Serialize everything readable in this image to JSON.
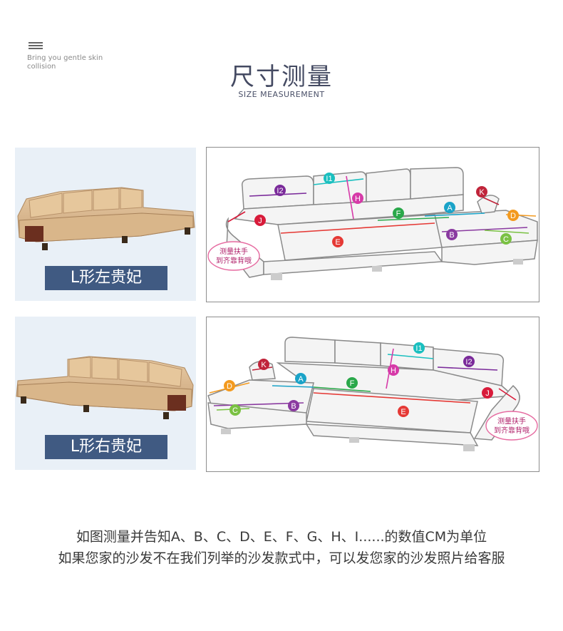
{
  "header": {
    "tagline_line1": "Bring you gentle skin",
    "tagline_line2": "collision",
    "title": "尺寸测量",
    "subtitle": "SIZE MEASUREMENT"
  },
  "left_model": {
    "label": "L形左贵妃"
  },
  "right_model": {
    "label": "L形右贵妃"
  },
  "diagram": {
    "note_line1": "测量扶手",
    "note_line2": "到齐靠背哦",
    "markers": {
      "A": "A",
      "B": "B",
      "C": "C",
      "D": "D",
      "E": "E",
      "F": "F",
      "H": "H",
      "I1": "I1",
      "I2": "I2",
      "J": "J",
      "K": "K"
    }
  },
  "instructions": {
    "line1": "如图测量并告知A、B、C、D、E、F、G、H、I......的数值CM为单位",
    "line2": "如果您家的沙发不在我们列举的沙发款式中，可以发您家的沙发照片给客服"
  },
  "colors": {
    "A": "#1aa3c8",
    "B": "#8a3aa0",
    "C": "#7ac143",
    "D": "#f39a1f",
    "E": "#e53935",
    "F": "#2aa84a",
    "H": "#d63aa8",
    "I1": "#1abfbf",
    "I2": "#7a2a9a",
    "J": "#d81b3a",
    "K": "#c0243a",
    "label_bg": "#405a82"
  }
}
